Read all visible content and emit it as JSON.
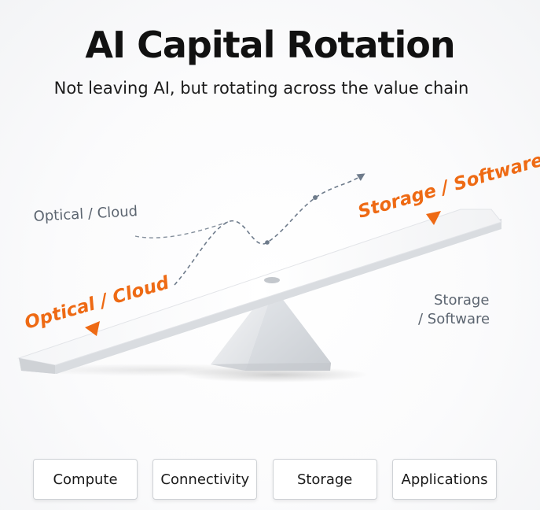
{
  "header": {
    "title": "AI Capital Rotation",
    "subtitle": "Not leaving AI, but rotating across the value chain"
  },
  "diagram": {
    "left_end_label": "Optical / Cloud",
    "right_end_label": "Storage / Software",
    "left_annotation": "Optical / Cloud",
    "right_annotation_line1": "Storage",
    "right_annotation_line2": "/ Software"
  },
  "categories": [
    "Compute",
    "Connectivity",
    "Storage",
    "Applications"
  ],
  "colors": {
    "accent": "#ee6a14",
    "flow_line": "#6e7b8b",
    "title": "#111111"
  }
}
